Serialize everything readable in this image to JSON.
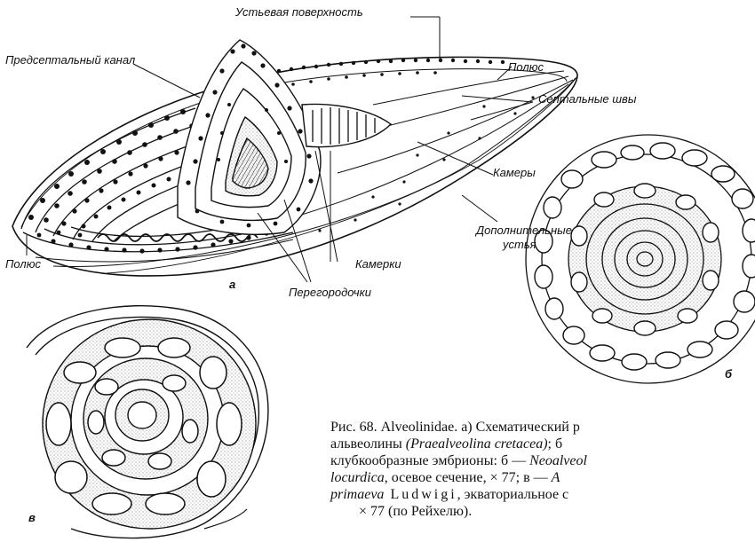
{
  "labels": {
    "ustevaya": "Устьевая поверхность",
    "predseptal": "Предсептальный канал",
    "polyus_top": "Полюс",
    "septalnye": "Септальные швы",
    "kamery": "Камеры",
    "dopolnitelnye_1": "Дополнительные",
    "dopolnitelnye_2": "устья",
    "polyus_left": "Полюс",
    "kamerki": "Камерки",
    "peregorodochki": "Перегородочки",
    "fig_a": "а",
    "fig_b": "б",
    "fig_v": "в"
  },
  "caption": {
    "line1": "Рис. 68. Alveolinidae. а) Схематический р",
    "line2_a": "альвеолины ",
    "line2_b": "(Praealveolina cretacea)",
    "line2_c": "; б",
    "line3_a": "клубкообразные эмбрионы: б — ",
    "line3_b": "Neoalveol",
    "line4_a": "locurdica",
    "line4_b": ", осевое сечение, × 77; в — ",
    "line4_c": "A",
    "line5_a": "primaeva",
    "line5_b": " Ludwigi",
    "line5_c": ", экваториальное с",
    "line6": "× 77 (по Рейхелю)."
  },
  "colors": {
    "ink": "#111111",
    "stipple": "#8a8a8a",
    "paper": "#ffffff"
  }
}
